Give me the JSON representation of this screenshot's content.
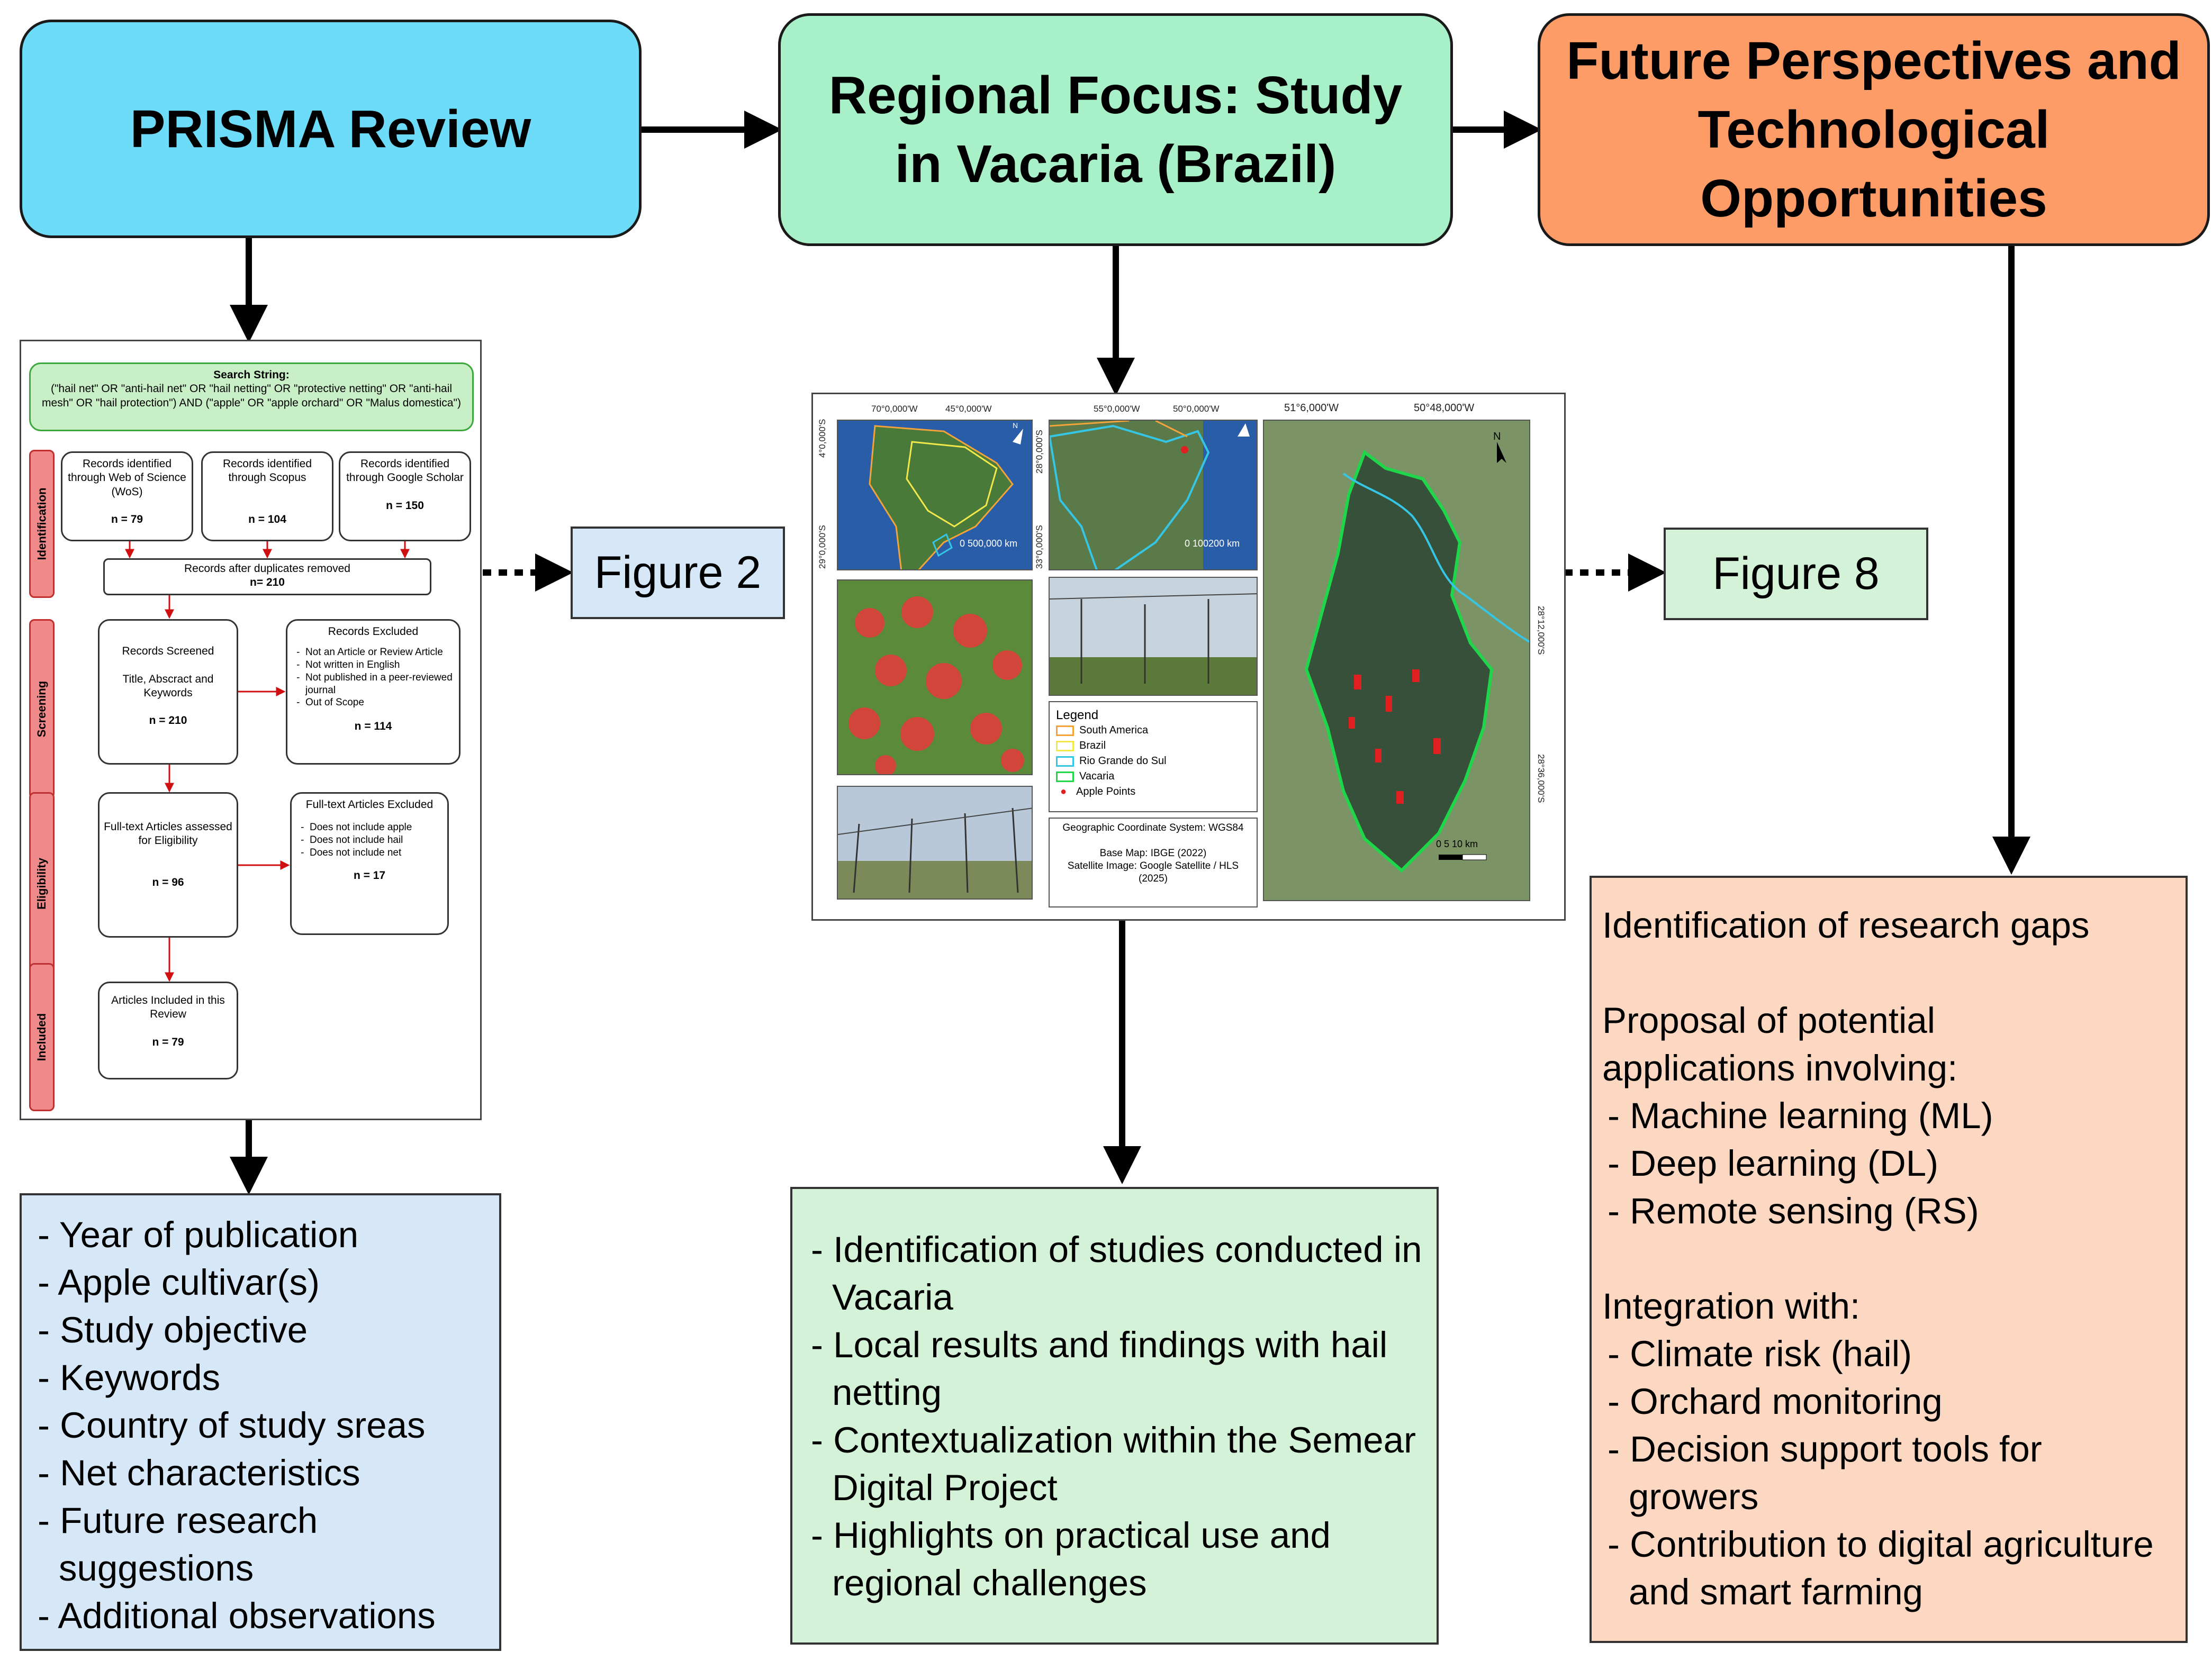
{
  "header": {
    "prisma": "PRISMA Review",
    "regional": "Regional Focus: Study in Vacaria (Brazil)",
    "future": "Future Perspectives and Technological Opportunities"
  },
  "colors": {
    "prisma": "#6ddcf8",
    "regional": "#a8f0c8",
    "future": "#fd9c66",
    "list_blue": "#d6e8f7",
    "list_green": "#d3f2d7",
    "list_orange": "#fcd8c3",
    "figure2": "#d6e8f7",
    "figure8": "#d3f2d7"
  },
  "figures": {
    "fig2": "Figure 2",
    "fig8": "Figure 8"
  },
  "prisma_flow": {
    "search_title": "Search String:",
    "search_text": "(\"hail net\" OR \"anti-hail net\" OR \"hail netting\" OR \"protective netting\" OR \"anti-hail mesh\" OR \"hail protection\") AND (\"apple\" OR \"apple orchard\" OR \"Malus domestica\")",
    "stages": [
      "Identification",
      "Screening",
      "Eligibility",
      "Included"
    ],
    "wos": {
      "text": "Records identified through Web of Science (WoS)",
      "n": "n = 79"
    },
    "scopus": {
      "text": "Records identified through Scopus",
      "n": "n = 104"
    },
    "scholar": {
      "text": "Records identified through Google Scholar",
      "n": "n = 150"
    },
    "after_dup": {
      "text": "Records after duplicates removed",
      "n": "n= 210"
    },
    "screened": {
      "title": "Records Screened",
      "text": "Title, Abscract and Keywords",
      "n": "n = 210"
    },
    "excluded": {
      "title": "Records Excluded",
      "items": [
        "Not an Article or Review Article",
        "Not written in English",
        "Not published in a peer-reviewed journal",
        "Out of Scope"
      ],
      "n": "n = 114"
    },
    "fulltext": {
      "text": "Full-text Articles assessed for Eligibility",
      "n": "n = 96"
    },
    "ft_excluded": {
      "title": "Full-text Articles Excluded",
      "items": [
        "Does not include apple",
        "Does not include hail",
        "Does not include net"
      ],
      "n": "n = 17"
    },
    "included": {
      "text": "Articles Included in this Review",
      "n": "n = 79"
    }
  },
  "map_figure": {
    "coords_top": [
      "70°0,000'W",
      "45°0,000'W",
      "55°0,000'W",
      "50°0,000'W",
      "51°6,000'W",
      "50°48,000'W"
    ],
    "coords_side": [
      "4°0,000'S",
      "29°0,000'S",
      "28°0,000'S",
      "33°0,000'S",
      "28°12,000'S",
      "28°36,000'S"
    ],
    "scale1": "0 500,000 km",
    "scale2": "0 100200 km",
    "scale3": "0   5    10 km",
    "legend_title": "Legend",
    "legend_items": [
      {
        "label": "South America",
        "color": "#f2a33a"
      },
      {
        "label": "Brazil",
        "color": "#f2e84a"
      },
      {
        "label": "Rio Grande do Sul",
        "color": "#35c6e6"
      },
      {
        "label": "Vacaria",
        "color": "#1fd64a"
      },
      {
        "label": "Apple Points",
        "color": "#e02020"
      }
    ],
    "crs": "Geographic Coordinate System: WGS84",
    "basemap": "Base Map: IBGE (2022)",
    "satellite": "Satellite Image: Google Satellite / HLS (2025)"
  },
  "prisma_list": [
    "Year of publication",
    "Apple cultivar(s)",
    "Study objective",
    "Keywords",
    "Country of study sreas",
    "Net characteristics",
    "Future research suggestions",
    "Additional observations"
  ],
  "regional_list": [
    "Identification of studies conducted in Vacaria",
    "Local results and findings with hail netting",
    "Contextualization within the Semear Digital Project",
    "Highlights on practical use and regional challenges"
  ],
  "future_list": {
    "gaps": "Identification of research gaps",
    "proposal": "Proposal of potential applications involving:",
    "apps": [
      "Machine learning (ML)",
      "Deep learning (DL)",
      "Remote sensing (RS)"
    ],
    "integration": "Integration with:",
    "integrations": [
      "Climate risk (hail)",
      "Orchard monitoring",
      "Decision support tools for growers",
      "Contribution to digital agriculture and smart farming"
    ]
  }
}
